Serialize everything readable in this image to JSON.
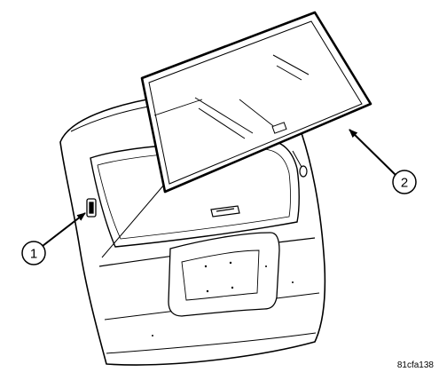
{
  "callouts": [
    {
      "id": "1",
      "label": "1"
    },
    {
      "id": "2",
      "label": "2"
    }
  ],
  "figure_code": "81cfa138",
  "colors": {
    "ink": "#000000",
    "paper": "#ffffff"
  }
}
